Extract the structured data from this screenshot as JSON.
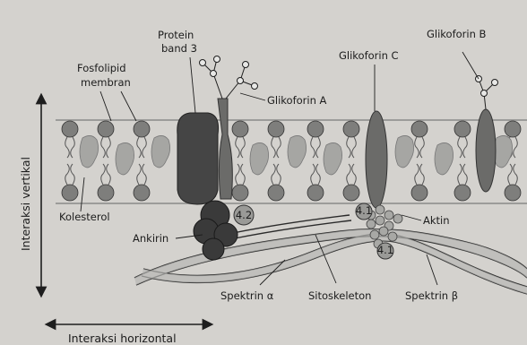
{
  "labels": {
    "protein_band3": [
      "Protein",
      "band 3"
    ],
    "fosfolipid": [
      "Fosfolipid",
      "membran"
    ],
    "glikoforin_a": "Glikoforin A",
    "glikoforin_b": "Glikoforin B",
    "glikoforin_c": "Glikoforin C",
    "kolesterol": "Kolesterol",
    "ankirin": "Ankirin",
    "aktin": "Aktin",
    "protein_42": "4.2",
    "protein_41_top": "4.1",
    "protein_41_bottom": "4.1",
    "spektrin_alpha": "Spektrin α",
    "sitoskeleton": "Sitoskeleton",
    "spektrin_beta": "Spektrin β",
    "interaksi_vertikal": "Interaksi vertikal",
    "interaksi_horizontal": "Interaksi horizontal"
  },
  "colors": {
    "background": "#d4d2ce",
    "lipid_head": "#7e7e7c",
    "protein_dark": "#454545",
    "protein_mid": "#6b6b69",
    "cholesterol": "#a6a6a3",
    "line": "#1e1e1e"
  }
}
